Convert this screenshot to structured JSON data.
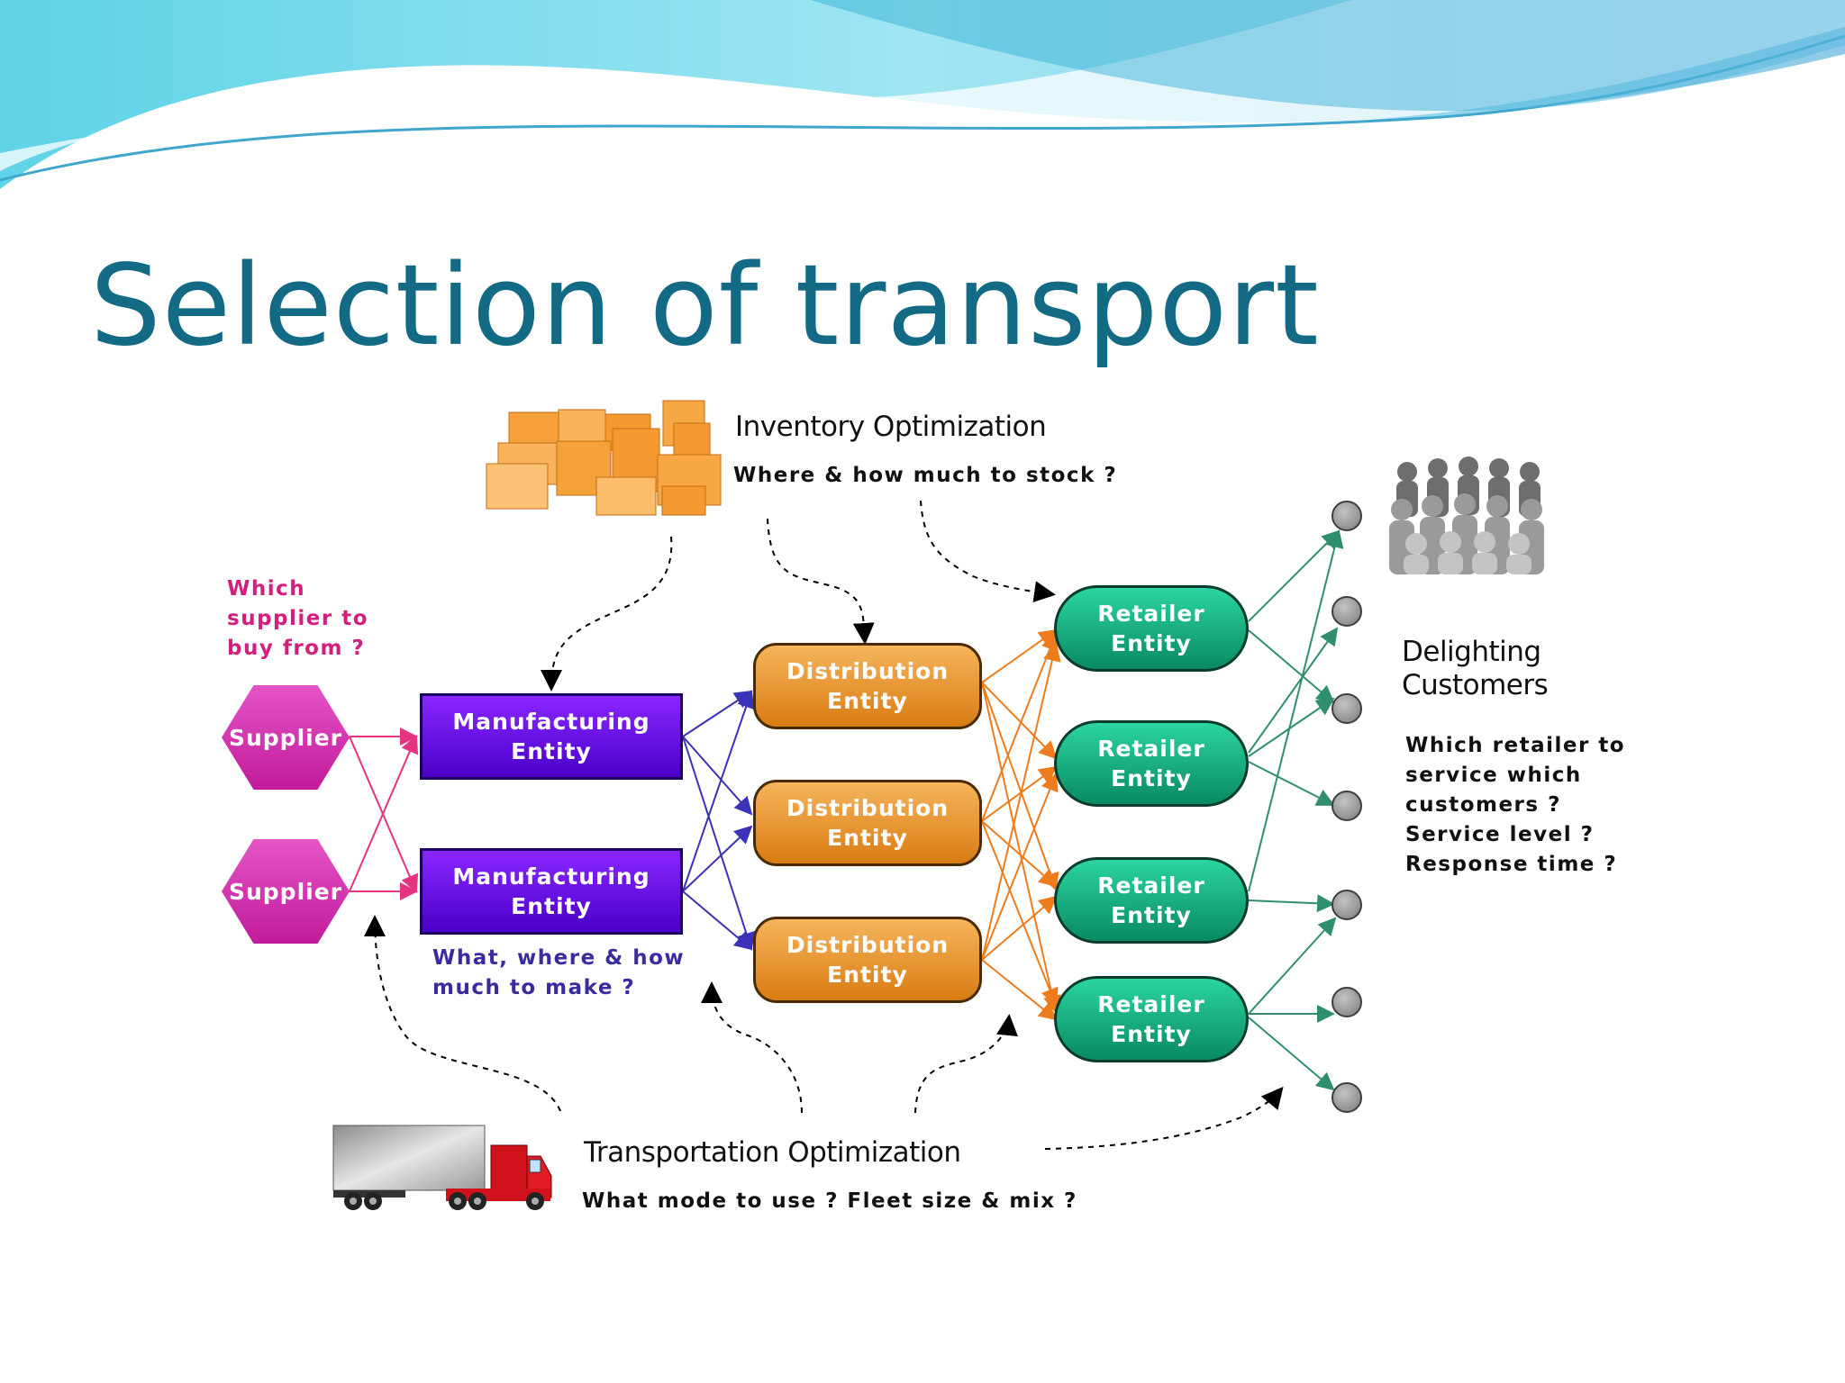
{
  "slide": {
    "title": "Selection of transport"
  },
  "diagram": {
    "inventory": {
      "heading": "Inventory Optimization",
      "question": "Where & how much to stock ?"
    },
    "supplier_question": "Which\nsupplier to\nbuy from ?",
    "manufacturing_question": "What, where & how\nmuch to make ?",
    "customers": {
      "heading": "Delighting\nCustomers",
      "question": "Which retailer to\nservice which\ncustomers ?\nService level ?\nResponse time ?"
    },
    "transportation": {
      "heading": "Transportation Optimization",
      "question": "What mode to use ?  Fleet size & mix ?"
    },
    "suppliers": [
      {
        "label": "Supplier"
      },
      {
        "label": "Supplier"
      }
    ],
    "manufacturers": [
      {
        "label": "Manufacturing\nEntity"
      },
      {
        "label": "Manufacturing\nEntity"
      }
    ],
    "distributors": [
      {
        "label": "Distribution\nEntity"
      },
      {
        "label": "Distribution\nEntity"
      },
      {
        "label": "Distribution\nEntity"
      }
    ],
    "retailers": [
      {
        "label": "Retailer\nEntity"
      },
      {
        "label": "Retailer\nEntity"
      },
      {
        "label": "Retailer\nEntity"
      },
      {
        "label": "Retailer\nEntity"
      }
    ],
    "customer_count": 7,
    "colors": {
      "title": "#136a85",
      "supplier": "#d0279f",
      "manufacturer": "#5a00e0",
      "distribution": "#e8952b",
      "retailer": "#13b386",
      "supplier_flow": "#e4337f",
      "manufacturer_flow": "#3b32b8",
      "distribution_flow": "#ee7c1c",
      "retailer_flow": "#2f8f6d",
      "customer": "#9a9a9a"
    },
    "icons": [
      "boxes-icon",
      "crowd-icon",
      "truck-icon"
    ]
  }
}
